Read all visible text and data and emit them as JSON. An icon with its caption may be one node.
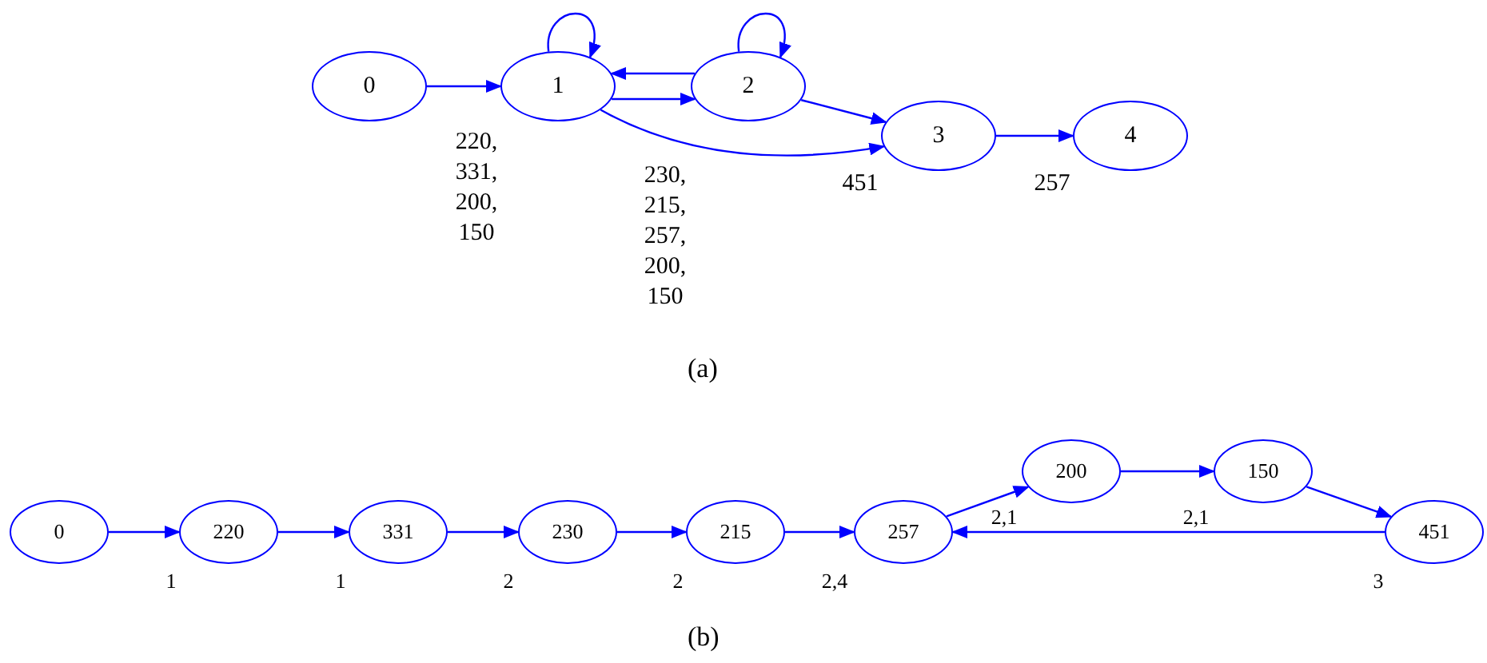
{
  "diagram": {
    "nodes": [
      {
        "text": [
          "0"
        ]
      },
      {
        "text": [
          "1"
        ],
        "beside": [
          "220, 331, 200, 150"
        ]
      },
      {
        "text": [
          "2"
        ],
        "beside": [
          "230, 215, 257, 200, 150"
        ]
      },
      {
        "text": [
          "3"
        ],
        "beside": [
          "451"
        ]
      },
      {
        "text": [
          "4"
        ],
        "beside": [
          "257"
        ]
      },
      {
        "text": [
          "0"
        ]
      },
      {
        "text": [
          "220"
        ],
        "beside": [
          "1"
        ]
      },
      {
        "text": [
          "331"
        ],
        "beside": [
          "1"
        ]
      },
      {
        "text": [
          "230"
        ],
        "beside": [
          "2"
        ]
      },
      {
        "text": [
          "215"
        ],
        "beside": [
          "2"
        ]
      },
      {
        "text": [
          "257"
        ],
        "beside": [
          "2,4"
        ]
      },
      {
        "text": [
          "200"
        ],
        "beside": [
          "2,1"
        ]
      },
      {
        "text": [
          "150"
        ],
        "beside": [
          "2,1"
        ]
      },
      {
        "text": [
          "451"
        ],
        "beside": [
          "3"
        ]
      }
    ],
    "edges": [
      {
        "from": 0,
        "to": 1,
        "arrow": "to"
      },
      {
        "from": 1,
        "to": 1,
        "arrow": "to"
      },
      {
        "from": 1,
        "to": 2,
        "arrow": "to"
      },
      {
        "from": 2,
        "to": 1,
        "arrow": "to"
      },
      {
        "from": 2,
        "to": 2,
        "arrow": "to"
      },
      {
        "from": 2,
        "to": 3,
        "arrow": "to"
      },
      {
        "from": 1,
        "to": 3,
        "arrow": "to"
      },
      {
        "from": 3,
        "to": 4,
        "arrow": "to"
      },
      {
        "from": 5,
        "to": 6,
        "arrow": "to"
      },
      {
        "from": 6,
        "to": 7,
        "arrow": "to"
      },
      {
        "from": 7,
        "to": 8,
        "arrow": "to"
      },
      {
        "from": 8,
        "to": 9,
        "arrow": "to"
      },
      {
        "from": 9,
        "to": 10,
        "arrow": "to"
      },
      {
        "from": 10,
        "to": 11,
        "arrow": "to"
      },
      {
        "from": 11,
        "to": 12,
        "arrow": "to"
      },
      {
        "from": 12,
        "to": 13,
        "arrow": "to"
      },
      {
        "from": 13,
        "to": 10,
        "arrow": "to"
      }
    ],
    "labels": [
      "(a)",
      "(b)"
    ]
  }
}
